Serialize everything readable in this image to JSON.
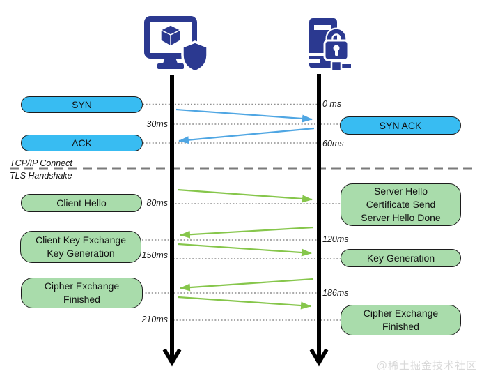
{
  "sections": {
    "tcp_label": "TCP/IP Connect",
    "tls_label": "TLS Handshake"
  },
  "actors": {
    "client_icon": "computer-with-shield-icon",
    "server_icon": "server-with-lock-icon"
  },
  "client_messages": {
    "syn": "SYN",
    "ack": "ACK",
    "client_hello": "Client Hello",
    "client_key_exchange_line1": "Client Key Exchange",
    "client_key_exchange_line2": "Key Generation",
    "cipher_line1": "Cipher Exchange",
    "cipher_line2": "Finished"
  },
  "server_messages": {
    "syn_ack": "SYN ACK",
    "server_hello_line1": "Server Hello",
    "server_hello_line2": "Certificate Send",
    "server_hello_line3": "Server Hello Done",
    "key_generation": "Key Generation",
    "cipher_line1": "Cipher Exchange",
    "cipher_line2": "Finished"
  },
  "timestamps": {
    "t0": "0 ms",
    "t30": "30ms",
    "t60": "60ms",
    "t80": "80ms",
    "t120": "120ms",
    "t150": "150ms",
    "t186": "186ms",
    "t210": "210ms"
  },
  "watermark": "@稀土掘金技术社区",
  "colors": {
    "tcp_pill_fill": "#38bcf2",
    "tls_pill_fill": "#a9dcab",
    "tcp_arrow": "#4fa6e3",
    "tls_arrow": "#86c64b",
    "icon_navy": "#2b3990",
    "dotted_line": "#8f8f8f",
    "divider": "#7a7a7a",
    "lifeline": "#000000"
  }
}
